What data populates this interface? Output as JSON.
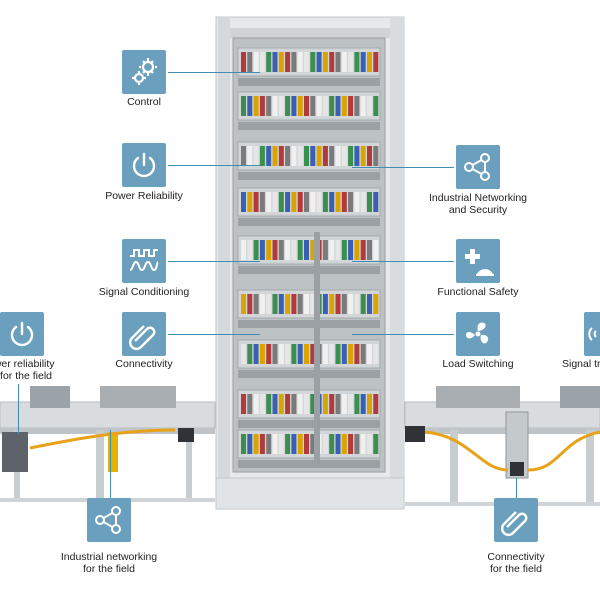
{
  "features": {
    "control": "Control",
    "power_reliability": "Power Reliability",
    "signal_conditioning": "Signal Conditioning",
    "connectivity": "Connectivity",
    "industrial_networking_security_line1": "Industrial Networking",
    "industrial_networking_security_line2": "and Security",
    "functional_safety": "Functional Safety",
    "load_switching": "Load Switching",
    "field_power_line1": "ower reliability",
    "field_power_line2": "for the field",
    "field_signal": "Signal tr",
    "field_networking_line1": "Industrial networking",
    "field_networking_line2": "for the field",
    "field_connectivity_line1": "Connectivity",
    "field_connectivity_line2": "for the field"
  },
  "icons": {
    "control": "gears-icon",
    "power": "power-icon",
    "signal": "signal-wave-icon",
    "connectivity": "paperclip-link-icon",
    "networking": "network-nodes-icon",
    "safety": "cross-helmet-icon",
    "load": "fan-icon",
    "wireless": "wireless-icon"
  },
  "colors": {
    "tile": "#6a9fbd",
    "connector_line": "#3f8fb4",
    "cabinet": "#e4e6e7",
    "field_cable": "#e8a21a"
  }
}
